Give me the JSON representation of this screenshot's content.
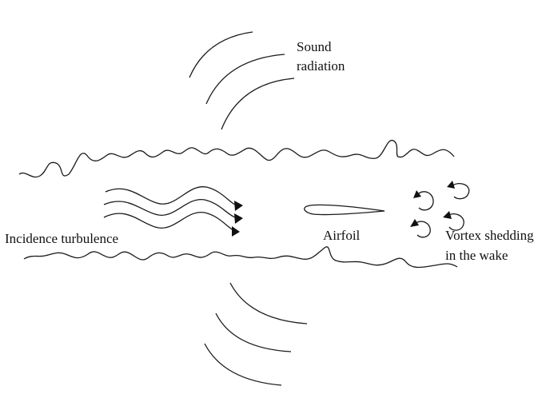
{
  "labels": {
    "sound_line1": "Sound",
    "sound_line2": "radiation",
    "incidence": "Incidence turbulence",
    "airfoil": "Airfoil",
    "vortex_line1": "Vortex shedding",
    "vortex_line2": "in the wake"
  }
}
